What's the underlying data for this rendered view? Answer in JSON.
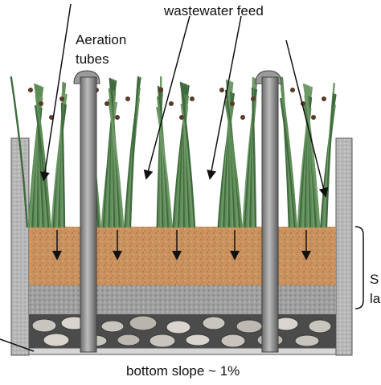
{
  "labels": {
    "wastewater_feed": "wastewater feed",
    "aeration_line1": "Aeration",
    "aeration_line2": "tubes",
    "bottom_slope": "bottom slope ~ 1%",
    "side_line1": "S",
    "side_line2": "la"
  },
  "colors": {
    "substrate": "#c9925e",
    "gravel": "#a3a3a3",
    "stone_layer": "#4b4b4b",
    "tube": "#8d8d8d",
    "wall": "#b9b9b9",
    "plant": "#4f7a4a",
    "arrow": "#111111"
  }
}
